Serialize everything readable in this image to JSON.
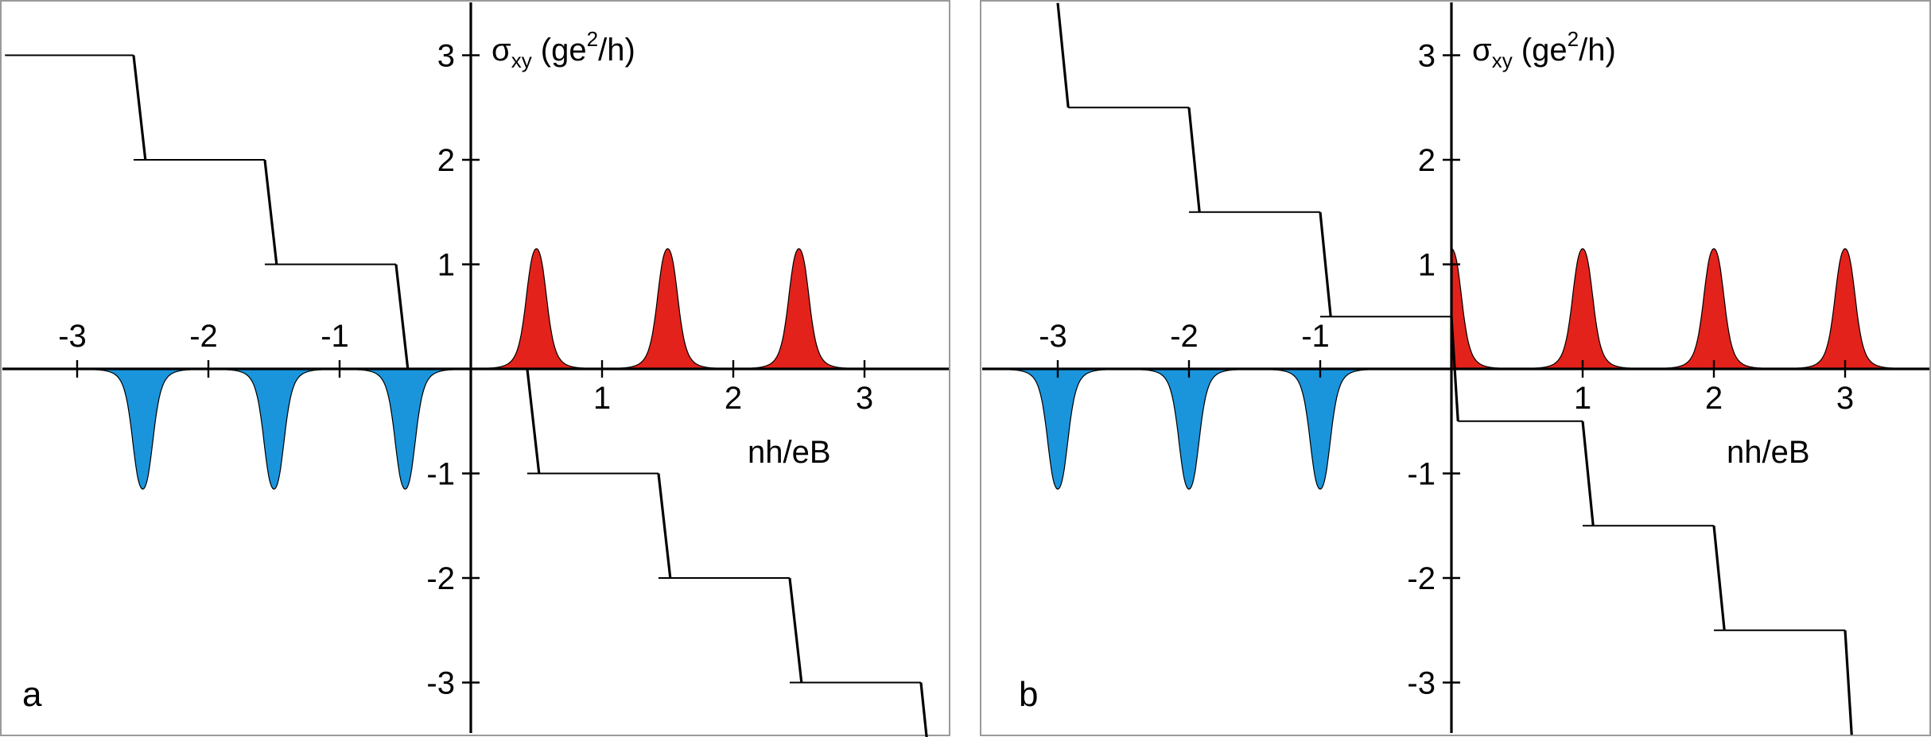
{
  "chart_data": [
    {
      "type": "line",
      "panel_label": "a",
      "xlabel": "nh/eB",
      "ylabel": {
        "symbol": "σ",
        "subscript": "xy",
        "pre": " (ge",
        "superscript": "2",
        "post": "/h)"
      },
      "x_ticks": [
        -3,
        -2,
        -1,
        1,
        2,
        3
      ],
      "y_ticks": [
        3,
        2,
        1,
        -1,
        -2,
        -3
      ],
      "xlim": [
        -3.55,
        3.65
      ],
      "ylim": [
        -3.5,
        3.5
      ],
      "peak_centers": [
        -2.5,
        -1.5,
        -0.5,
        0.5,
        1.5,
        2.5
      ],
      "peak_height": 1.15,
      "peak_width": 0.1,
      "plateaus": [
        {
          "x": [
            -3.55,
            -2.57
          ],
          "y": 3
        },
        {
          "x": [
            -2.57,
            -1.57
          ],
          "y": 2
        },
        {
          "x": [
            -1.57,
            -0.57
          ],
          "y": 1
        },
        {
          "x": [
            0.43,
            1.43
          ],
          "y": -1
        },
        {
          "x": [
            1.43,
            2.43
          ],
          "y": -2
        },
        {
          "x": [
            2.43,
            3.43
          ],
          "y": -3
        }
      ],
      "risers": [
        {
          "x": [
            -2.57,
            -2.48
          ],
          "y": [
            3,
            2
          ]
        },
        {
          "x": [
            -1.57,
            -1.48
          ],
          "y": [
            2,
            1
          ]
        },
        {
          "x": [
            -0.57,
            -0.48
          ],
          "y": [
            1,
            0
          ]
        },
        {
          "x": [
            0.43,
            0.52
          ],
          "y": [
            0,
            -1
          ]
        },
        {
          "x": [
            1.43,
            1.52
          ],
          "y": [
            -1,
            -2
          ]
        },
        {
          "x": [
            2.43,
            2.52
          ],
          "y": [
            -2,
            -3
          ]
        },
        {
          "x": [
            3.43,
            3.48
          ],
          "y": [
            -3,
            -3.6
          ]
        }
      ]
    },
    {
      "type": "line",
      "panel_label": "b",
      "xlabel": "nh/eB",
      "ylabel": {
        "symbol": "σ",
        "subscript": "xy",
        "pre": " (ge",
        "superscript": "2",
        "post": "/h)"
      },
      "x_ticks": [
        -3,
        -2,
        -1,
        1,
        2,
        3
      ],
      "y_ticks": [
        3,
        2,
        1,
        -1,
        -2,
        -3
      ],
      "xlim": [
        -3.55,
        3.65
      ],
      "ylim": [
        -3.5,
        3.5
      ],
      "peak_centers": [
        -3,
        -2,
        -1,
        0,
        1,
        2,
        3
      ],
      "peak_height": 1.15,
      "peak_width": 0.1,
      "plateaus": [
        {
          "x": [
            -2.92,
            -2.0
          ],
          "y": 2.5
        },
        {
          "x": [
            -2.0,
            -1.0
          ],
          "y": 1.5
        },
        {
          "x": [
            -1.0,
            0.0
          ],
          "y": 0.5
        },
        {
          "x": [
            0.05,
            1.0
          ],
          "y": -0.5
        },
        {
          "x": [
            1.0,
            2.0
          ],
          "y": -1.5
        },
        {
          "x": [
            2.0,
            3.0
          ],
          "y": -2.5
        }
      ],
      "risers": [
        {
          "x": [
            -3.0,
            -2.92
          ],
          "y": [
            3.5,
            2.5
          ]
        },
        {
          "x": [
            -2.0,
            -1.92
          ],
          "y": [
            2.5,
            1.5
          ]
        },
        {
          "x": [
            -1.0,
            -0.92
          ],
          "y": [
            1.5,
            0.5
          ]
        },
        {
          "x": [
            0.0,
            0.05
          ],
          "y": [
            0.5,
            -0.5
          ]
        },
        {
          "x": [
            1.0,
            1.08
          ],
          "y": [
            -0.5,
            -1.5
          ]
        },
        {
          "x": [
            2.0,
            2.08
          ],
          "y": [
            -1.5,
            -2.5
          ]
        },
        {
          "x": [
            3.0,
            3.05
          ],
          "y": [
            -2.5,
            -3.5
          ]
        }
      ]
    }
  ],
  "colors": {
    "positive_fill": "#e3221b",
    "negative_fill": "#1a95dc",
    "line": "#000000",
    "frame": "#9a9a9a"
  }
}
